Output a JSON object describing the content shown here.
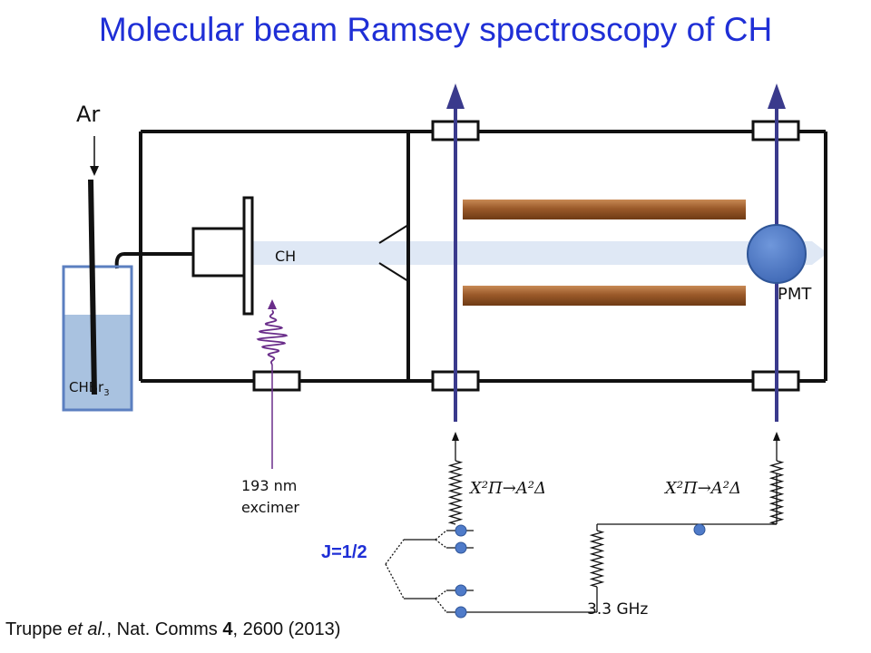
{
  "title": "Molecular beam Ramsey spectroscopy of CH",
  "labels": {
    "ar": "Ar",
    "ch": "CH",
    "pmt": "PMT",
    "chbr_main": "CHBr",
    "chbr_sub": "3",
    "excimer_line1": "193 nm",
    "excimer_line2": "excimer",
    "transition_left": "X²Π→A²Δ",
    "transition_right": "X²Π→A²Δ",
    "j_level": "J=1/2",
    "frequency": "3.3 GHz"
  },
  "citation": {
    "authors": "Truppe ",
    "etal": "et al.",
    "journal": ", Nat. Comms ",
    "volume": "4",
    "rest": ", 2600 (2013)"
  },
  "colors": {
    "title": "#1f2fd6",
    "rods": "#9b5a2a",
    "beam": "#dfe8f5",
    "pmt": "#4f7bc9",
    "laser_lines": "#3a3a8c",
    "excimer_wave": "#6a2d8a",
    "liquid": "#a9c2e0"
  }
}
